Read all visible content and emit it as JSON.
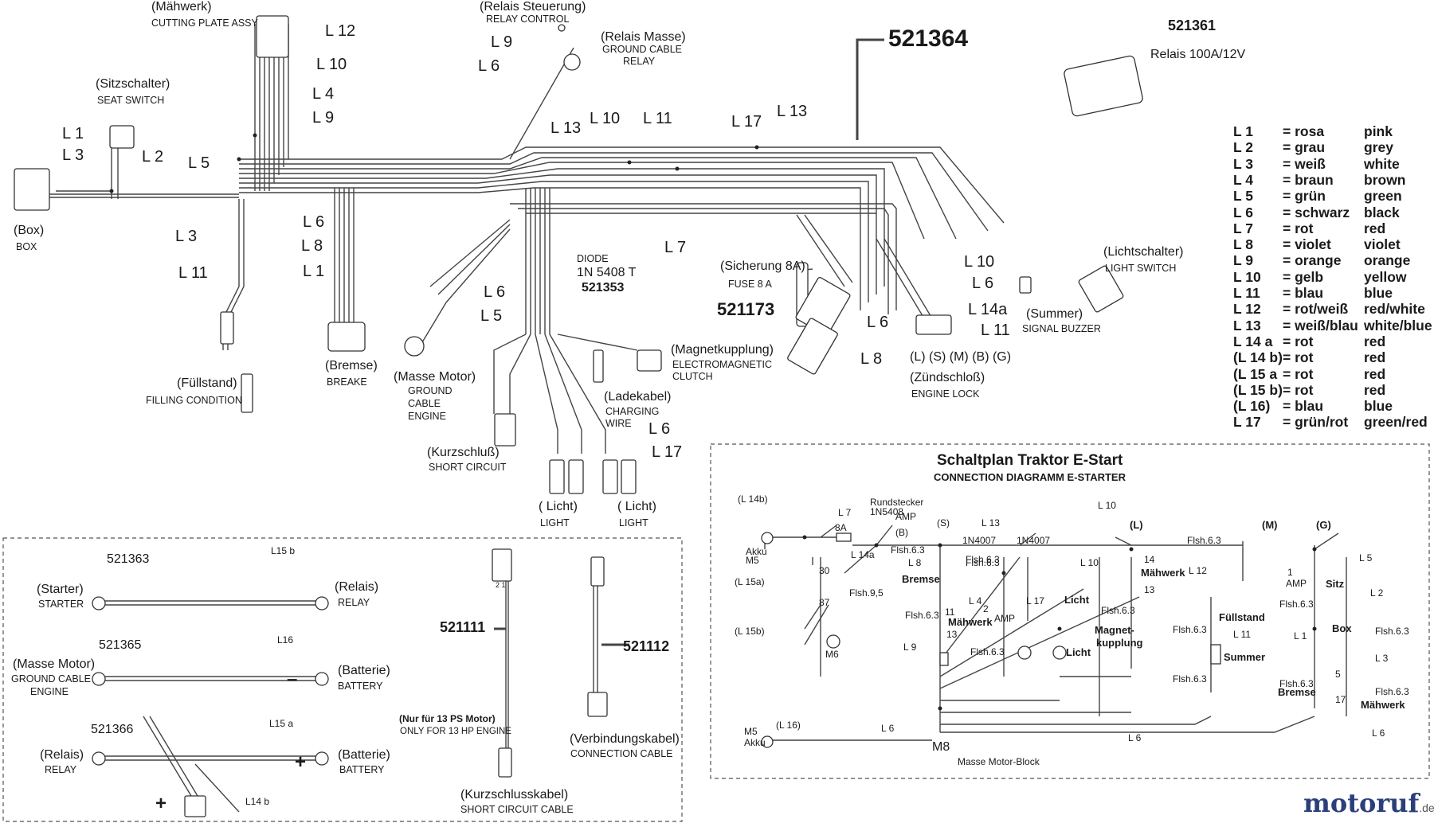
{
  "harness_labels": {
    "maehwerk_de": "(Mähwerk)",
    "maehwerk_en": "CUTTING PLATE ASSY",
    "sitz_de": "(Sitzschalter)",
    "sitz_en": "SEAT SWITCH",
    "box_de": "(Box)",
    "box_en": "BOX",
    "fuell_de": "(Füllstand)",
    "fuell_en": "FILLING CONDITION",
    "bremse_de": "(Bremse)",
    "bremse_en": "BREAKE",
    "massemotor_de": "(Masse Motor)",
    "massemotor_en1": "GROUND",
    "massemotor_en2": "CABLE",
    "massemotor_en3": "ENGINE",
    "relaissteuer_de": "(Relais Steuerung)",
    "relaissteuer_en": "RELAY CONTROL",
    "relaismasse_de": "(Relais Masse)",
    "relaismasse_en1": "GROUND CABLE",
    "relaismasse_en2": "RELAY",
    "diode_1": "DIODE",
    "diode_2": "1N 5408 T",
    "diode_pn": "521353",
    "magnet_de": "(Magnetkupplung)",
    "magnet_en1": "ELECTROMAGNETIC",
    "magnet_en2": "CLUTCH",
    "lade_de": "(Ladekabel)",
    "lade_en1": "CHARGING",
    "lade_en2": "WIRE",
    "kurz_de": "(Kurzschluß)",
    "kurz_en": "SHORT CIRCUIT",
    "licht1_de": "( Licht)",
    "licht1_en": "LIGHT",
    "licht2_de": "( Licht)",
    "licht2_en": "LIGHT",
    "sicherung_de": "(Sicherung 8A)",
    "sicherung_en": "FUSE 8 A",
    "sicherung_pn": "521173",
    "zuend_pins": "(L) (S) (M) (B) (G)",
    "zuend_de": "(Zündschloß)",
    "zuend_en": "ENGINE LOCK",
    "summer_de": "(Summer)",
    "summer_en": "SIGNAL BUZZER",
    "lichtschalter_de": "(Lichtschalter)",
    "lichtschalter_en": "LIGHT SWITCH",
    "main_pn": "521364",
    "relais_pn": "521361",
    "relais_desc": "Relais 100A/12V"
  },
  "wire_tags": {
    "l12": "L 12",
    "l10a": "L 10",
    "l4": "L 4",
    "l9a": "L 9",
    "l1a": "L 1",
    "l3a": "L 3",
    "l2": "L 2",
    "l5a": "L 5",
    "l3b": "L 3",
    "l11a": "L 11",
    "l6a": "L 6",
    "l8a": "L 8",
    "l1b": "L 1",
    "l9b": "L 9",
    "l6b": "L 6",
    "l13a": "L 13",
    "l10b": "L 10",
    "l11b": "L 11",
    "l17a": "L 17",
    "l13b": "L 13",
    "l7": "L 7",
    "l6c": "L 6",
    "l5b": "L 5",
    "l6d": "L 6",
    "l17b": "L 17",
    "l10c": "L 10",
    "l6e": "L 6",
    "l14a": "L 14a",
    "l11c": "L 11",
    "l6f": "L 6",
    "l8b": "L 8"
  },
  "legend": [
    {
      "code": "L 1",
      "de": "= rosa",
      "en": "pink"
    },
    {
      "code": "L 2",
      "de": "= grau",
      "en": "grey"
    },
    {
      "code": "L 3",
      "de": "= weiß",
      "en": "white"
    },
    {
      "code": "L 4",
      "de": "= braun",
      "en": "brown"
    },
    {
      "code": "L 5",
      "de": "= grün",
      "en": "green"
    },
    {
      "code": "L 6",
      "de": "= schwarz",
      "en": "black"
    },
    {
      "code": "L 7",
      "de": "= rot",
      "en": "red"
    },
    {
      "code": "L 8",
      "de": "= violet",
      "en": "violet"
    },
    {
      "code": "L 9",
      "de": "= orange",
      "en": "orange"
    },
    {
      "code": "L 10",
      "de": "= gelb",
      "en": "yellow"
    },
    {
      "code": "L 11",
      "de": "= blau",
      "en": "blue"
    },
    {
      "code": "L 12",
      "de": "= rot/weiß",
      "en": "red/white"
    },
    {
      "code": "L 13",
      "de": "= weiß/blau",
      "en": "white/blue"
    },
    {
      "code": "L 14 a",
      "de": "= rot",
      "en": "red"
    },
    {
      "code": "(L 14 b)",
      "de": "= rot",
      "en": "red"
    },
    {
      "code": "(L 15 a",
      "de": "= rot",
      "en": "red"
    },
    {
      "code": "(L 15 b)",
      "de": "= rot",
      "en": "red"
    },
    {
      "code": "(L 16)",
      "de": "= blau",
      "en": "blue"
    },
    {
      "code": "L 17",
      "de": "= grün/rot",
      "en": "green/red"
    }
  ],
  "cables": {
    "c521363": "521363",
    "l15b": "L15 b",
    "starter_de": "(Starter)",
    "starter_en": "STARTER",
    "relais1_de": "(Relais)",
    "relais1_en": "RELAY",
    "c521365": "521365",
    "l16": "L16",
    "massem_de": "(Masse Motor)",
    "massem_en1": "GROUND CABLE",
    "massem_en2": "ENGINE",
    "batt1_de": "(Batterie)",
    "batt1_en": "BATTERY",
    "c521366": "521366",
    "l15a": "L15 a",
    "relais2_de": "(Relais)",
    "relais2_en": "RELAY",
    "batt2_de": "(Batterie)",
    "batt2_en": "BATTERY",
    "l14b": "L14 b",
    "c521111": "521111",
    "c521112": "521112",
    "nur13_de": "(Nur für 13 PS Motor)",
    "nur13_en": "ONLY FOR 13 HP ENGINE",
    "verb_de": "(Verbindungskabel)",
    "verb_en": "CONNECTION CABLE",
    "kurzk_de": "(Kurzschlusskabel)",
    "kurzk_en": "SHORT CIRCUIT  CABLE",
    "pin_21": "2 1"
  },
  "schematic": {
    "title": "Schaltplan Traktor E-Start",
    "subtitle": "CONNECTION DIAGRAMM E-STARTER",
    "l14b": "(L 14b)",
    "akku1": "Akku",
    "m5a": "M5",
    "l15a": "(L 15a)",
    "l15b": "(L 15b)",
    "m6": "M6",
    "n30": "30",
    "n87": "87",
    "flsh95": "Flsh.9,5",
    "l7": "L 7",
    "a8": "8A",
    "rund1": "Rundstecker",
    "rund2": "1N5408",
    "amp1": "AMP",
    "bB": "(B)",
    "l14a": "L 14a",
    "flsh63a": "Flsh.6.3",
    "sS": "(S)",
    "l8": "L 8",
    "bremse1": "Bremse",
    "flsh63b": "Flsh.6.3",
    "l13": "L 13",
    "n4007a": "1N4007",
    "n4007b": "1N4007",
    "flsh63c": "Flsh.6.3",
    "l4": "L 4",
    "amp2": "AMP",
    "n2": "2",
    "n11": "11",
    "n13a": "13",
    "maehwerk1": "Mähwerk",
    "flsh63d": "Flsh.6.3",
    "l9": "L 9",
    "flsh63e": "Flsh.6.3",
    "l17": "L 17",
    "licht1": "Licht",
    "licht2": "Licht",
    "l10top": "L 10",
    "lL": "(L)",
    "l10mid": "L 10",
    "n14": "14",
    "maehwerk2": "Mähwerk",
    "l12": "L 12",
    "n13b": "13",
    "flsh63f": "Flsh.6.3",
    "magnet1": "Magnet-",
    "magnet2": "kupplung",
    "flsh63g": "Flsh.6.3",
    "mM": "(M)",
    "fuell": "Füllstand",
    "l11": "L 11",
    "flsh63h": "Flsh.6.3",
    "summer": "Summer",
    "flsh63i": "Flsh.6.3",
    "gG": "(G)",
    "l5": "L 5",
    "n1": "1",
    "amp3": "AMP",
    "sitz": "Sitz",
    "flsh63j": "Flsh.6.3",
    "l2": "L 2",
    "l1": "L 1",
    "box": "Box",
    "flsh63k": "Flsh.6.3",
    "l3": "L 3",
    "n5": "5",
    "flsh63l": "Flsh.6.3",
    "bremse2": "Bremse",
    "flsh63m": "Flsh.6.3",
    "n17": "17",
    "maehwerk3": "Mähwerk",
    "l6r": "L 6",
    "m5b": "M5",
    "akku2": "Akku",
    "l16": "(L 16)",
    "l6a": "L 6",
    "m8": "M8",
    "massemb": "Masse Motor-Block",
    "l6b": "L 6"
  },
  "logo": {
    "m": "motoruf",
    "tld": ".de"
  }
}
